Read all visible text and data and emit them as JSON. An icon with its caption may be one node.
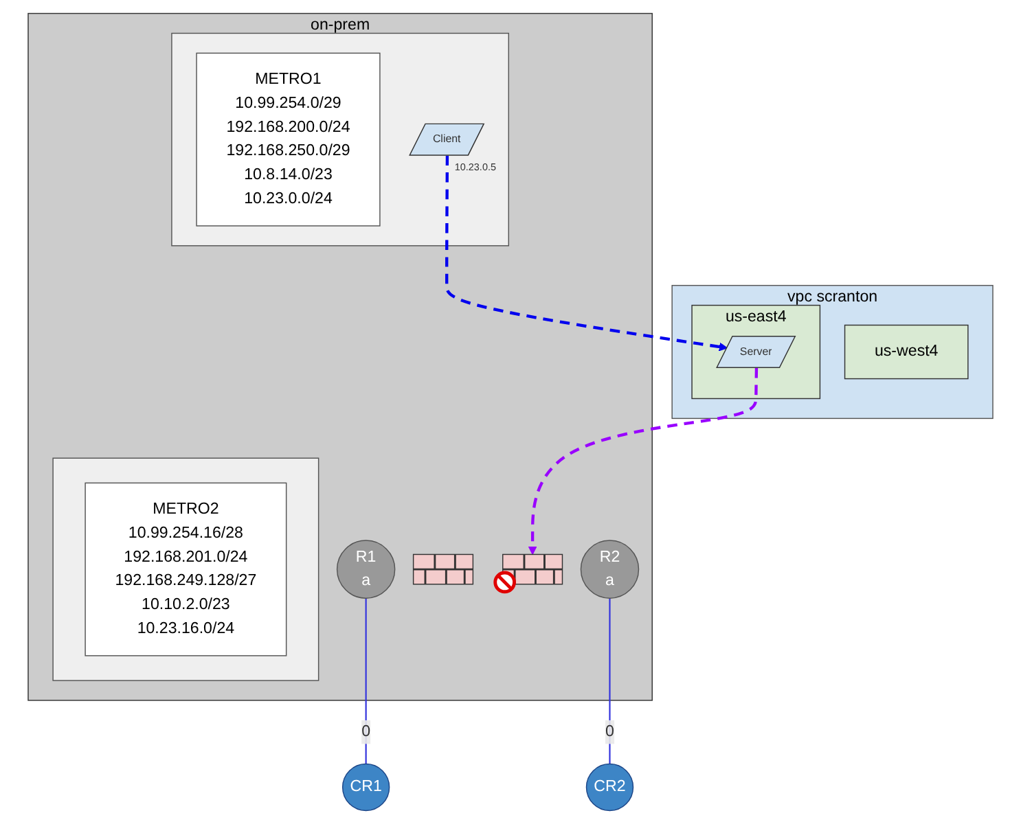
{
  "diagram": {
    "nodes": [
      {
        "text": [
          "on-prem"
        ]
      },
      {
        "text": [],
        "shape": "box",
        "in": 0
      },
      {
        "text": [
          "METRO1",
          "10.99.254.0/29",
          "192.168.200.0/24",
          "192.168.250.0/29",
          "10.8.14.0/23",
          "10.23.0.0/24"
        ],
        "in": 1
      },
      {
        "text": [
          "Client"
        ],
        "beside": [
          "10.23.0.5"
        ],
        "in": 1
      },
      {
        "text": [
          "R1",
          "a"
        ],
        "in": 0
      },
      {
        "text": [],
        "shape": "picture",
        "in": 0
      },
      {
        "text": [],
        "shape": "box",
        "in": 0
      },
      {
        "text": [
          "METRO2",
          "10.99.254.16/28",
          "192.168.201.0/24",
          "192.168.249.128/27",
          "10.10.2.0/23",
          "10.23.16.0/24"
        ],
        "in": 6
      },
      {
        "text": [],
        "shape": "picture",
        "in": 0
      },
      {
        "text": [
          "R2",
          "a"
        ],
        "in": 0
      },
      {
        "text": [
          "vpc scranton"
        ]
      },
      {
        "text": [
          "CR1"
        ]
      },
      {
        "text": [
          "CR2"
        ]
      },
      {
        "text": [
          "us-west4"
        ],
        "in": 10
      },
      {
        "text": [
          "us-east4"
        ],
        "in": 10
      },
      {
        "text": [
          "Server"
        ],
        "in": 14
      }
    ],
    "edges": [
      {
        "from": 4,
        "to": 11,
        "arrow": "none",
        "label": "0",
        "color": "#3333dd"
      },
      {
        "from": 9,
        "to": 12,
        "arrow": "none",
        "label": "0",
        "color": "#3333dd"
      },
      {
        "from": 3,
        "to": 15,
        "arrow": "to",
        "style": "dashed",
        "color": "#0000ee"
      },
      {
        "from": 15,
        "to": 8,
        "arrow": "to",
        "style": "dashed",
        "color": "#9900ff"
      }
    ]
  }
}
